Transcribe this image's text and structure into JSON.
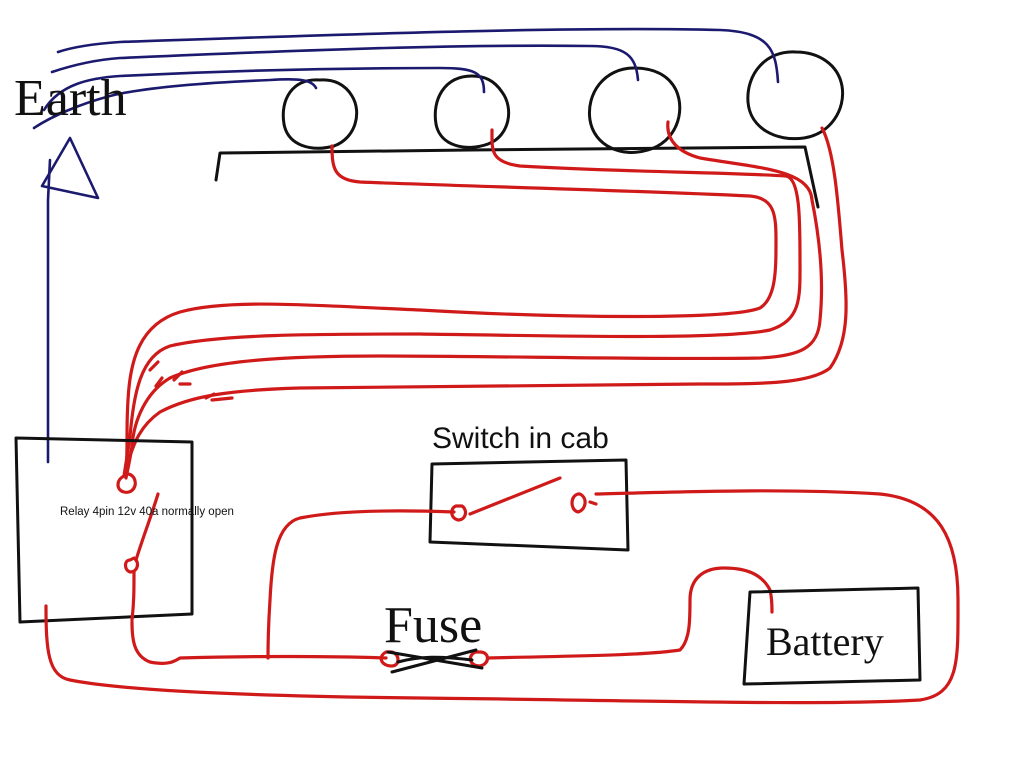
{
  "labels": {
    "earth": "Earth",
    "relay": "Relay 4pin 12v 40a normally open",
    "switch": "Switch in cab",
    "fuse": "Fuse",
    "battery": "Battery"
  },
  "colors": {
    "positive_wire": "#d01a1a",
    "earth_wire": "#1c1a6e",
    "outline": "#111111",
    "background": "#ffffff"
  },
  "lamp_count": 4
}
